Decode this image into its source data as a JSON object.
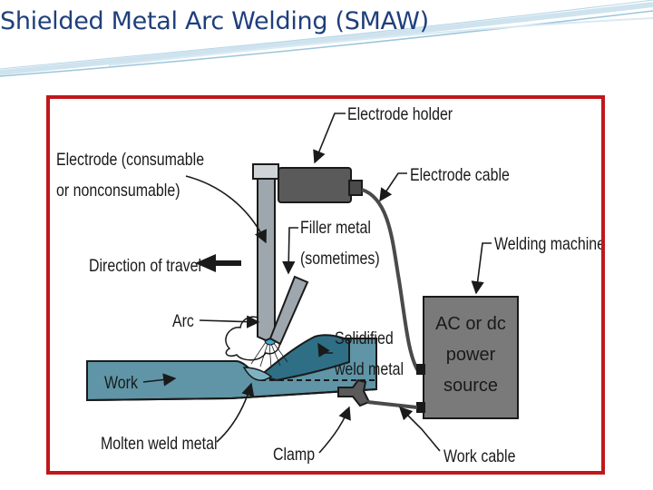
{
  "slide": {
    "title": "Shielded Metal Arc Welding (SMAW)"
  },
  "diagram": {
    "labels": {
      "electrode_holder": "Electrode holder",
      "electrode_line1": "Electrode (consumable",
      "electrode_line2": "or nonconsumable)",
      "electrode_cable": "Electrode cable",
      "filler_line1": "Filler metal",
      "filler_line2": "(sometimes)",
      "welding_machine": "Welding machine",
      "direction": "Direction of travel",
      "arc": "Arc",
      "solidified_line1": "Solidified",
      "solidified_line2": "weld metal",
      "work": "Work",
      "molten": "Molten weld metal",
      "clamp": "Clamp",
      "work_cable": "Work cable"
    },
    "power_source": {
      "line1": "AC or dc",
      "line2": "power",
      "line3": "source"
    }
  },
  "colors": {
    "title": "#1f3f7a",
    "frame_border": "#c0171b",
    "work_fill": "#5f95a6",
    "weld_fill": "#2e6f86",
    "electrode": "#9ea7ad",
    "holder": "#5a5a5a",
    "power_box": "#7a7a7a"
  }
}
